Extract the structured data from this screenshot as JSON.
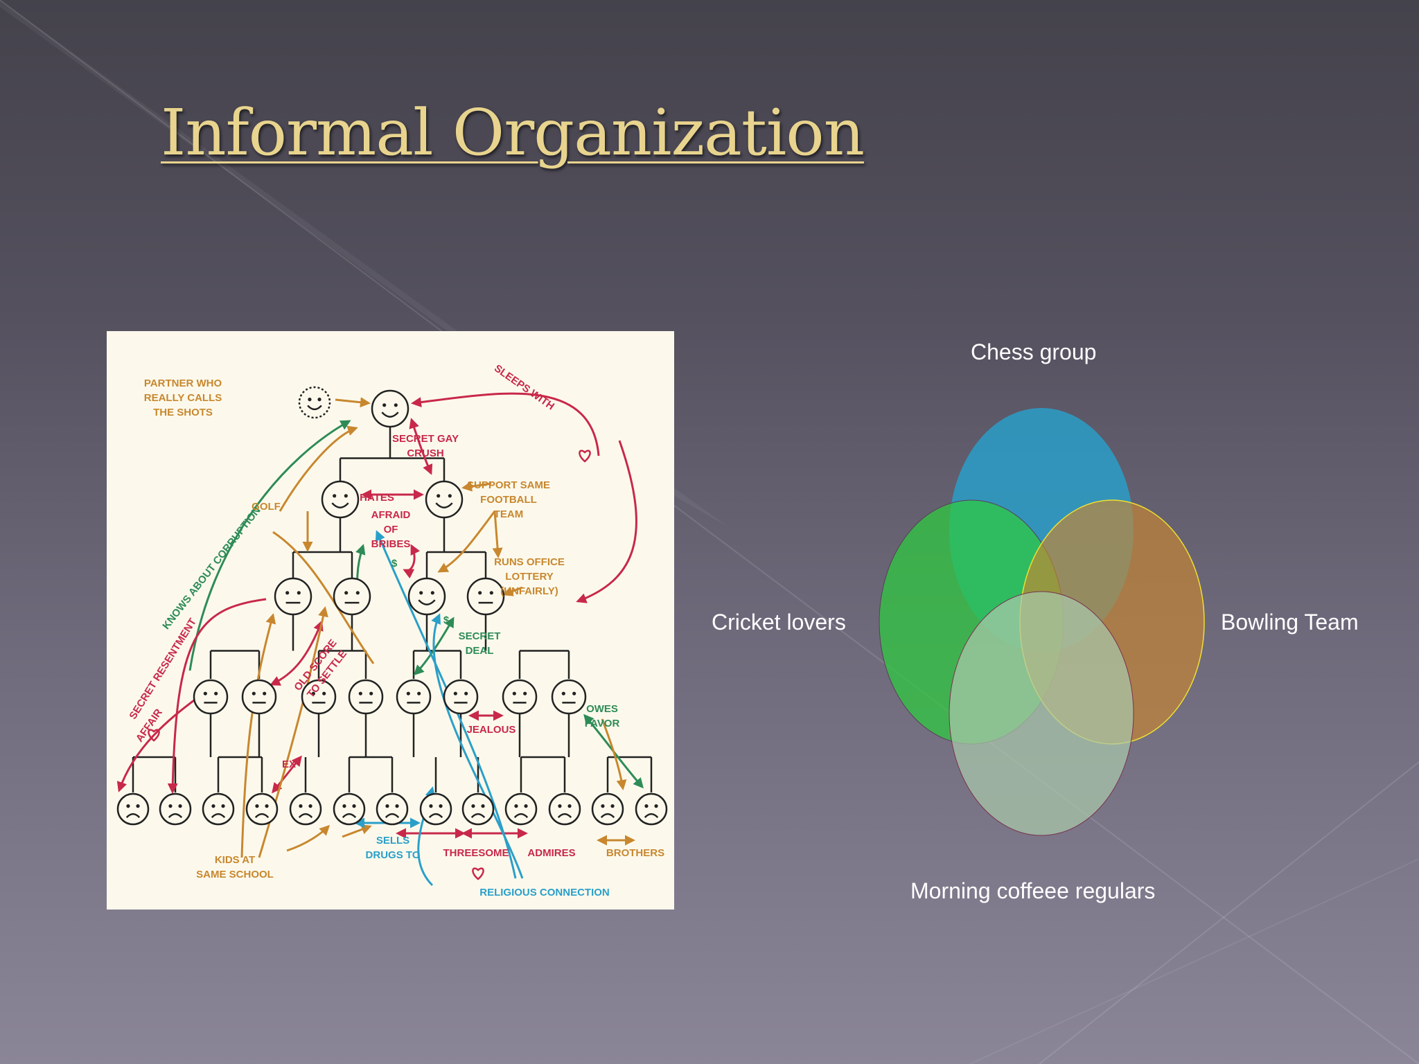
{
  "slide": {
    "title": "Informal Organization"
  },
  "org_chart": {
    "annotations": [
      {
        "name": "partner",
        "text": [
          "PARTNER WHO",
          "REALLY CALLS",
          "THE SHOTS"
        ],
        "color": "#c8872e"
      },
      {
        "name": "sleeps",
        "text": [
          "SLEEPS WITH"
        ],
        "color": "#c8284a"
      },
      {
        "name": "gaycrush",
        "text": [
          "SECRET GAY",
          "CRUSH"
        ],
        "color": "#c8284a"
      },
      {
        "name": "corruption",
        "text": [
          "KNOWS ABOUT CORRUPTION"
        ],
        "color": "#2e8b57"
      },
      {
        "name": "golf",
        "text": [
          "GOLF"
        ],
        "color": "#c8872e"
      },
      {
        "name": "hates",
        "text": [
          "HATES"
        ],
        "color": "#c8284a"
      },
      {
        "name": "football",
        "text": [
          "SUPPORT SAME",
          "FOOTBALL",
          "TEAM"
        ],
        "color": "#c8872e"
      },
      {
        "name": "bribes",
        "text": [
          "AFRAID",
          "OF",
          "BRIBES"
        ],
        "color": "#c8284a"
      },
      {
        "name": "dollar1",
        "text": [
          "$"
        ],
        "color": "#2e8b57"
      },
      {
        "name": "lottery",
        "text": [
          "RUNS OFFICE",
          "LOTTERY",
          "(UNFAIRLY)"
        ],
        "color": "#c8872e"
      },
      {
        "name": "resentment",
        "text": [
          "SECRET RESENTMENT"
        ],
        "color": "#c8284a"
      },
      {
        "name": "oldscore",
        "text": [
          "OLD SCORE",
          "TO SETTLE"
        ],
        "color": "#c8284a"
      },
      {
        "name": "dollar2",
        "text": [
          "$"
        ],
        "color": "#2e8b57"
      },
      {
        "name": "secretdeal",
        "text": [
          "SECRET",
          "DEAL"
        ],
        "color": "#2e8b57"
      },
      {
        "name": "affair",
        "text": [
          "AFFAIR"
        ],
        "color": "#c8284a"
      },
      {
        "name": "owesfavor",
        "text": [
          "OWES",
          "FAVOR"
        ],
        "color": "#2e8b57"
      },
      {
        "name": "jealous",
        "text": [
          "JEALOUS"
        ],
        "color": "#c8284a"
      },
      {
        "name": "ex",
        "text": [
          "EX"
        ],
        "color": "#c8284a"
      },
      {
        "name": "kids",
        "text": [
          "KIDS AT",
          "SAME SCHOOL"
        ],
        "color": "#c8872e"
      },
      {
        "name": "drugs",
        "text": [
          "SELLS",
          "DRUGS TO"
        ],
        "color": "#2a9fc9"
      },
      {
        "name": "threesome",
        "text": [
          "THREESOME"
        ],
        "color": "#c8284a"
      },
      {
        "name": "admires",
        "text": [
          "ADMIRES"
        ],
        "color": "#c8284a"
      },
      {
        "name": "brothers",
        "text": [
          "BROTHERS"
        ],
        "color": "#c8872e"
      },
      {
        "name": "religious",
        "text": [
          "RELIGIOUS CONNECTION"
        ],
        "color": "#2a9fc9"
      }
    ],
    "colors": {
      "background": "#fcf9ec",
      "line": "#222222",
      "red": "#c8284a",
      "orange": "#c8872e",
      "green": "#2e8b57",
      "blue": "#2a9fc9"
    }
  },
  "venn": {
    "sets": [
      {
        "label": "Chess group",
        "color": "#2a9dc8"
      },
      {
        "label": "Cricket lovers",
        "color": "#2ecc3f"
      },
      {
        "label": "Bowling Team",
        "color": "#c88630"
      },
      {
        "label": "Morning coffeee regulars",
        "color": "#a9c8aa"
      }
    ]
  }
}
